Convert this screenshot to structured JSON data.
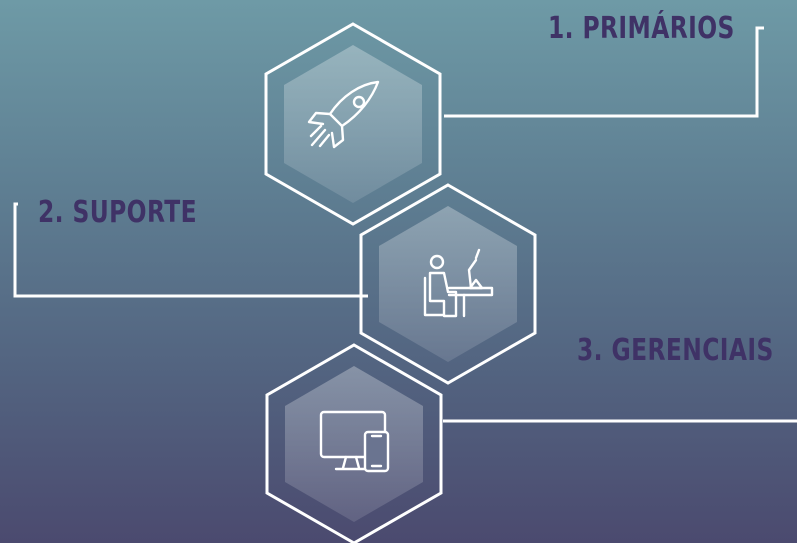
{
  "labels": {
    "primarios": "1. PRIMÁRIOS",
    "suporte": "2. SUPORTE",
    "gerenciais": "3. GERENCIAIS"
  },
  "icons": {
    "hex1": "rocket-icon",
    "hex2": "person-at-desk-icon",
    "hex3": "monitor-devices-icon"
  },
  "colors": {
    "label_text": "#3f3266",
    "lines": "#ffffff",
    "bg_top": "#6e9aa6",
    "bg_bottom": "#4b4a6f"
  }
}
